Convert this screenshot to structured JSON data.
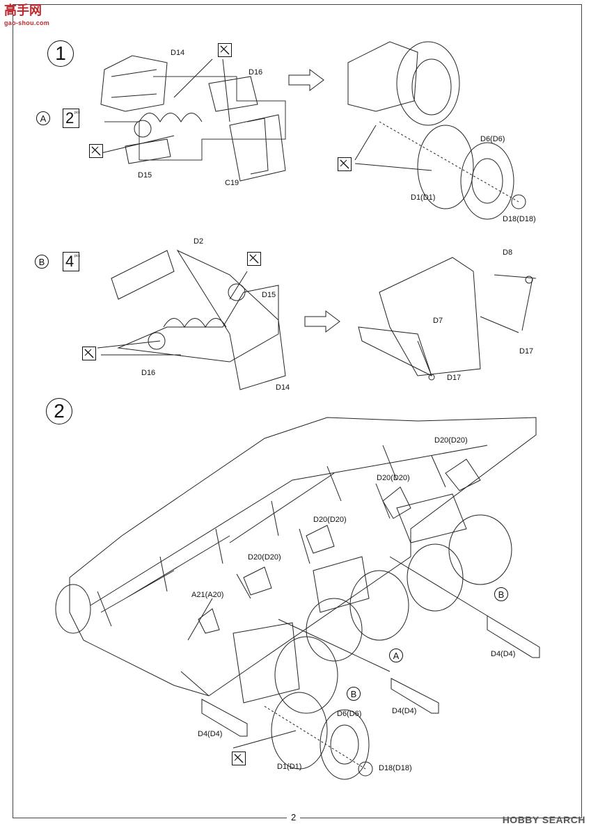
{
  "watermark": {
    "title": "高手网",
    "url": "gao-shou.com"
  },
  "brand": "HOBBY SEARCH",
  "page_number": "2",
  "steps": [
    {
      "number": "1"
    },
    {
      "number": "2"
    }
  ],
  "sub_assemblies": [
    {
      "letter": "A",
      "pcs": "2",
      "pcs_tag": "pcs"
    },
    {
      "letter": "B",
      "pcs": "4",
      "pcs_tag": "pcs"
    }
  ],
  "step1_labels": {
    "d14": "D14",
    "d16": "D16",
    "d15": "D15",
    "c19": "C19",
    "d6": "D6(D6)",
    "d1": "D1(D1)",
    "d18": "D18(D18)",
    "d2": "D2",
    "d15b": "D15",
    "d16b": "D16",
    "d14b": "D14",
    "d8": "D8",
    "d7": "D7",
    "d17a": "D17",
    "d17b": "D17"
  },
  "step2_labels": {
    "d20_1": "D20(D20)",
    "d20_2": "D20(D20)",
    "d20_3": "D20(D20)",
    "d20_4": "D20(D20)",
    "a21": "A21(A20)",
    "b_top": "B",
    "a_mid": "A",
    "b_low": "B",
    "d4_right": "D4(D4)",
    "d4_mid": "D4(D4)",
    "d4_left": "D4(D4)",
    "d6": "D6(D6)",
    "d1": "D1(D1)",
    "d18": "D18(D18)"
  }
}
